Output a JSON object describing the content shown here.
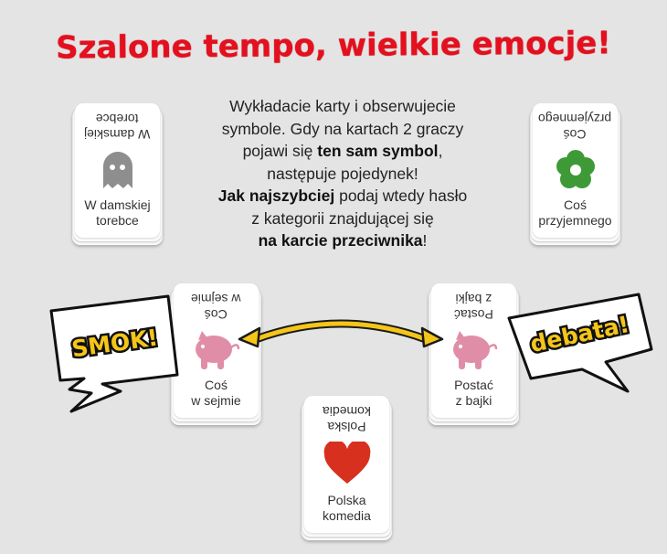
{
  "title": "Szalone tempo, wielkie emocje!",
  "intro": {
    "line1": "Wykładacie karty i obserwujecie",
    "line2": "symbole. Gdy na kartach 2 graczy",
    "line3_pre": "pojawi się ",
    "line3_bold": "ten sam symbol",
    "line3_post": ",",
    "line4": "następuje pojedynek!",
    "line5_bold": "Jak najszybciej",
    "line5_post": " podaj wtedy hasło",
    "line6": "z kategorii znajdującej się",
    "line7_bold": "na karcie przeciwnika",
    "line7_post": "!"
  },
  "cards": [
    {
      "id": "ghost",
      "label": "W damskiej torebce",
      "line1": "W damskiej",
      "line2": "torebce",
      "symbol": "ghost-icon",
      "color": "#8e8e8e"
    },
    {
      "id": "flower",
      "label": "Coś przyjemnego",
      "line1": "Coś",
      "line2": "przyjemnego",
      "symbol": "flower-icon",
      "color": "#3e9a36"
    },
    {
      "id": "sejm",
      "label": "Coś w sejmie",
      "line1": "Coś",
      "line2": "w sejmie",
      "symbol": "piggy-bank-icon",
      "color": "#e08ea8"
    },
    {
      "id": "bajka",
      "label": "Postać z bajki",
      "line1": "Postać",
      "line2": "z bajki",
      "symbol": "piggy-bank-icon",
      "color": "#e08ea8"
    },
    {
      "id": "komedia",
      "label": "Polska komedia",
      "line1": "Polska",
      "line2": "komedia",
      "symbol": "heart-icon",
      "color": "#d8301e"
    }
  ],
  "bubbles": {
    "left": "SMOK!",
    "right": "debata!"
  },
  "colors": {
    "title": "#e3101f",
    "bubble_text": "#f5c518",
    "arrow": "#f5c518",
    "background": "#e4e4e4"
  }
}
